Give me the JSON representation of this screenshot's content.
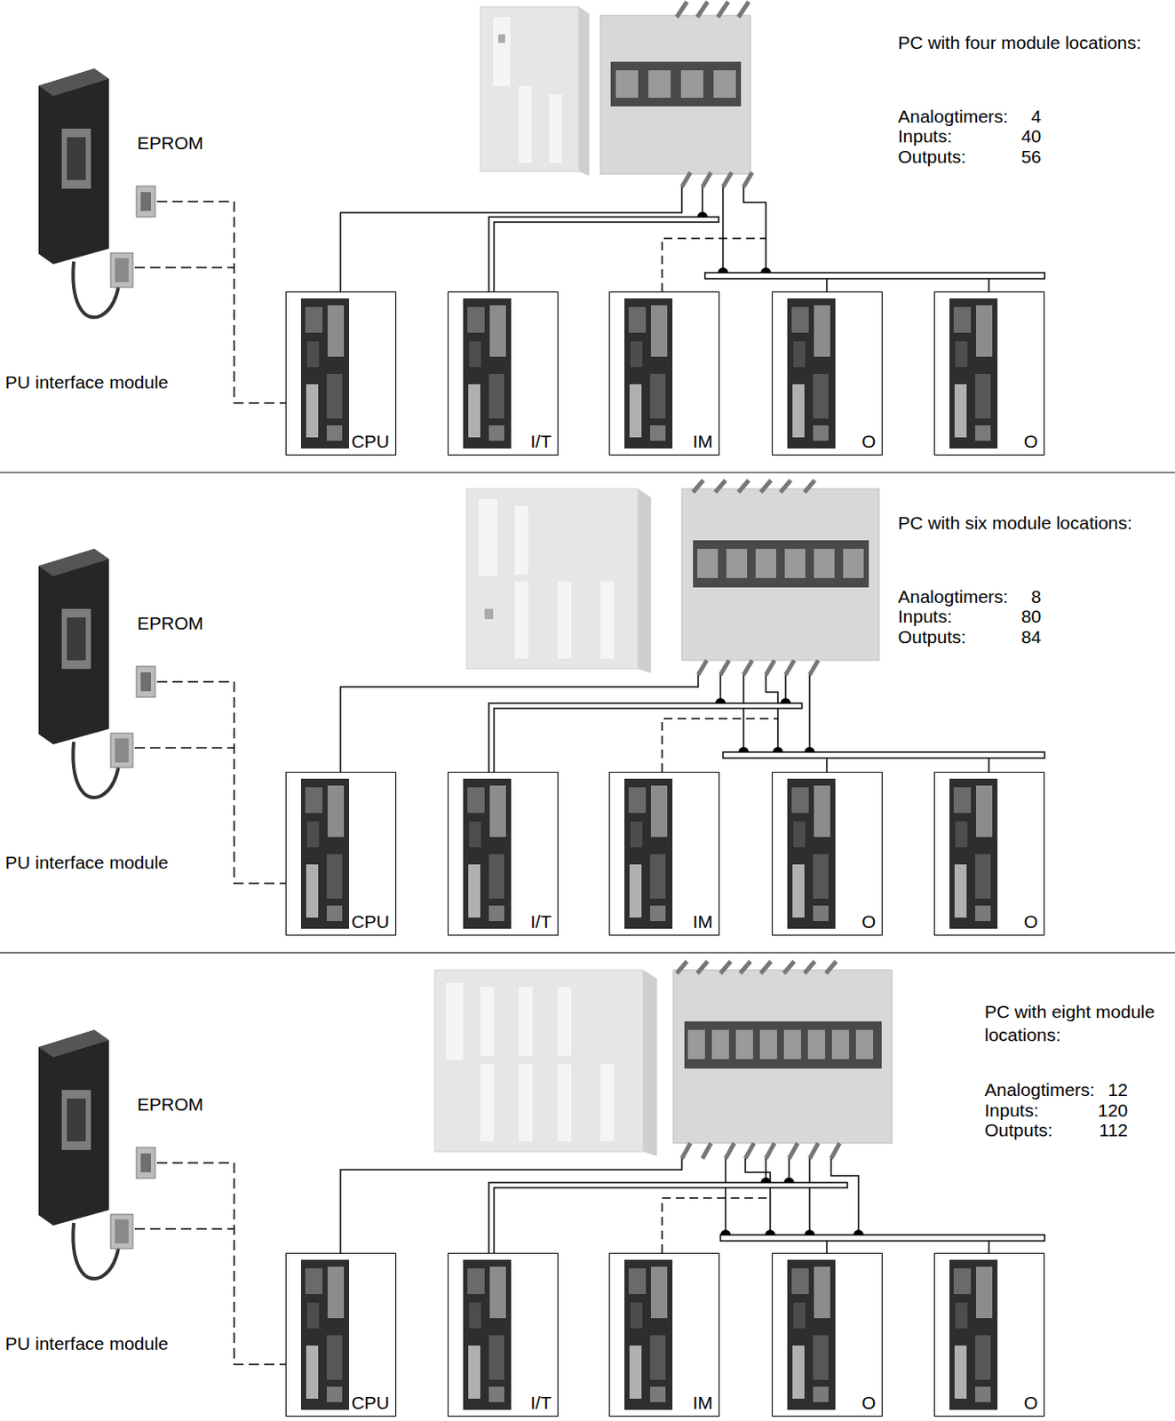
{
  "diagram": {
    "nodes": [
      {
        "text": [
          "CPU"
        ]
      },
      {
        "text": [
          "I/T"
        ]
      },
      {
        "text": [
          "IM"
        ]
      },
      {
        "text": [
          "O"
        ]
      },
      {
        "text": [
          "O"
        ]
      },
      {
        "text": [
          "CPU"
        ]
      },
      {
        "text": [
          "I/T"
        ]
      },
      {
        "text": [
          "IM"
        ]
      },
      {
        "text": [
          "O"
        ]
      },
      {
        "text": [
          "O"
        ]
      },
      {
        "text": [
          "CPU"
        ]
      },
      {
        "text": [
          "I/T"
        ]
      },
      {
        "text": [
          "IM"
        ]
      },
      {
        "text": [
          "O"
        ]
      },
      {
        "text": [
          "O"
        ]
      }
    ],
    "labels": [
      "EPROM",
      "PU interface module",
      "PC with four module locations:",
      "Analogtimers:",
      "4",
      "Inputs:",
      "40",
      "Outputs:",
      "56",
      "EPROM",
      "PU interface module",
      "PC with six module locations:",
      "Analogtimers:",
      "8",
      "Inputs:",
      "80",
      "Outputs:",
      "84",
      "EPROM",
      "PU interface module",
      "PC with eight module locations:",
      "Analogtimers:",
      "12",
      "Inputs:",
      "120",
      "Outputs:",
      "112"
    ]
  }
}
